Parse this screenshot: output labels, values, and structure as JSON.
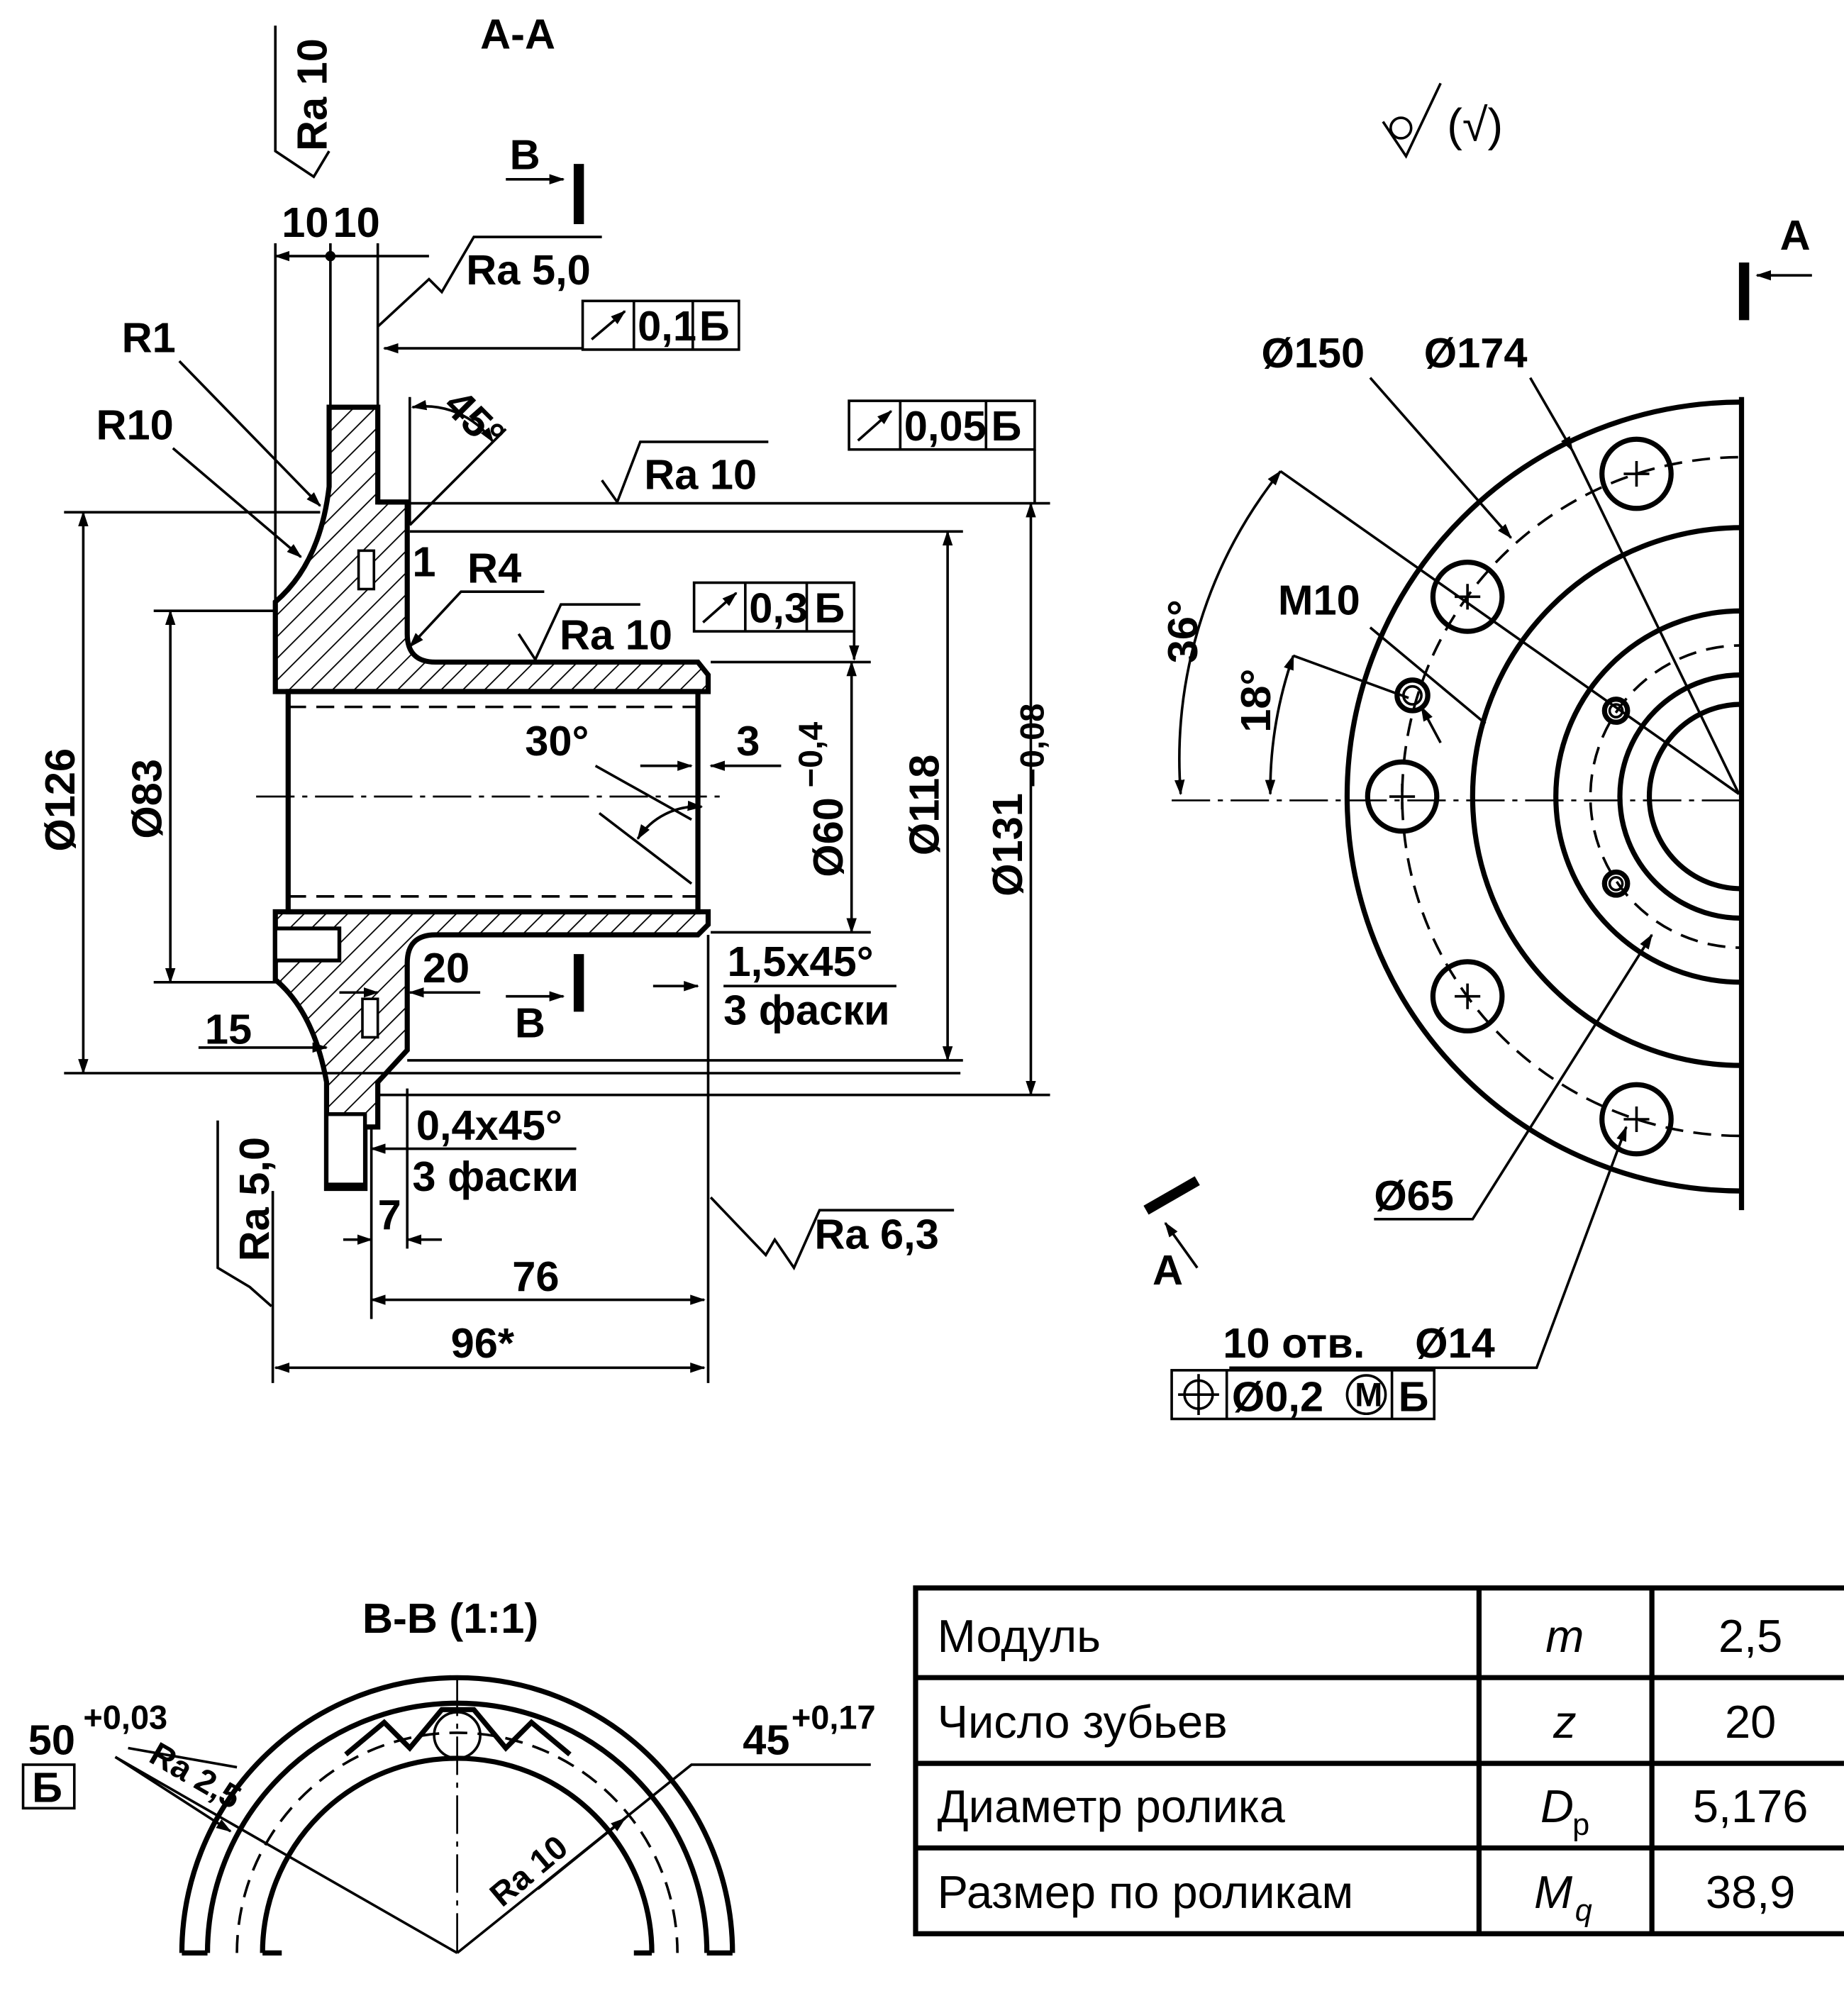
{
  "section_aa": {
    "title": "A-A",
    "cut_b_top": "B",
    "cut_b_bottom": "B",
    "ra_top": "Ra 10",
    "dim_10_left": "10",
    "dim_10_right": "10",
    "ra_50_top": "Ra 5,0",
    "tol_runout_1": {
      "value": "0,1",
      "datum": "Б"
    },
    "tol_runout_2": {
      "value": "0,05",
      "datum": "Б"
    },
    "tol_runout_3": {
      "value": "0,3",
      "datum": "Б"
    },
    "r1": "R1",
    "r10": "R10",
    "r4": "R4",
    "angle_45": "45°",
    "ra_10_mid": "Ra 10",
    "ra_10_hub": "Ra 10",
    "dim_1": "1",
    "angle_30": "30°",
    "dim_3": "3",
    "d126": "Ø126",
    "d83": "Ø83",
    "d60": "Ø60",
    "d60_tol": "−0,4",
    "d118": "Ø118",
    "d131": "Ø131",
    "d131_tol": "−0,08",
    "dim_20": "20",
    "chamfer_15": "1,5x45°",
    "chamfer_15_note": "3 фаски",
    "dim_15": "15",
    "ra_50_left": "Ra 5,0",
    "chamfer_04": "0,4x45°",
    "chamfer_04_note": "3 фаски",
    "dim_7": "7",
    "ra_63": "Ra 6,3",
    "dim_76": "76",
    "dim_96": "96*"
  },
  "view_a": {
    "roughness_symbol": "(√)",
    "cut_a_top": "A",
    "cut_a_bottom": "A",
    "d150": "Ø150",
    "d174": "Ø174",
    "angle_36": "36°",
    "angle_18": "18°",
    "m10": "M10",
    "d65": "Ø65",
    "holes_note": "10 отв.",
    "holes_d": "Ø14",
    "position_tol": {
      "value": "Ø0,2",
      "modifier": "M",
      "datum": "Б"
    }
  },
  "section_bb": {
    "title": "B-B (1:1)",
    "dim_50": "50",
    "dim_50_tol": "+0,03",
    "datum": "Б",
    "ra_25": "Ra 2,5",
    "ra_10": "Ra 10",
    "dim_45": "45",
    "dim_45_tol": "+0,17"
  },
  "gear_table": {
    "rows": [
      {
        "param": "Модуль",
        "symbol": "m",
        "sub": "",
        "value": "2,5"
      },
      {
        "param": "Число зубьев",
        "symbol": "z",
        "sub": "",
        "value": "20"
      },
      {
        "param": "Диаметр ролика",
        "symbol": "D",
        "sub": "p",
        "value": "5,176"
      },
      {
        "param": "Размер по роликам",
        "symbol": "M",
        "sub": "q",
        "value": "38,9"
      }
    ]
  }
}
